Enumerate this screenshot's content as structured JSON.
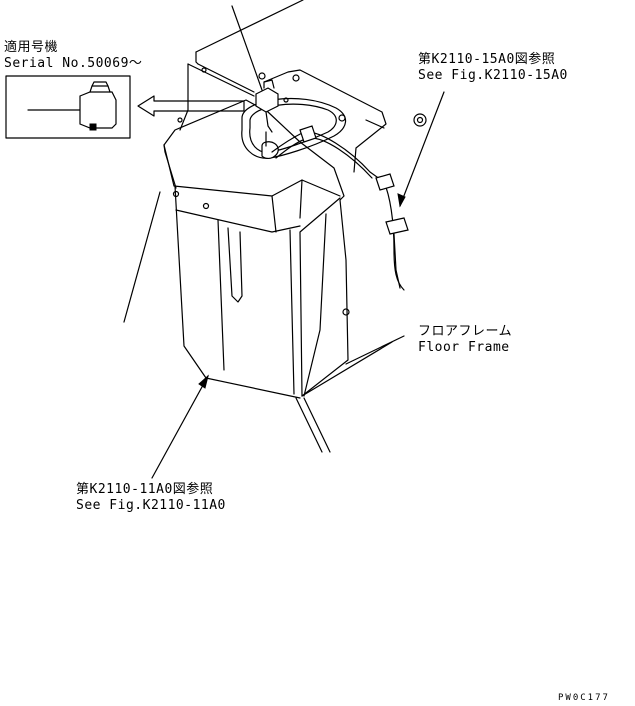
{
  "labels": {
    "serial": {
      "jp": "適用号機",
      "en": "Serial No.50069～"
    },
    "ref_upper": {
      "jp": "第K2110-15A0図参照",
      "en": "See Fig.K2110-15A0"
    },
    "floor_frame": {
      "jp": "フロアフレーム",
      "en": "Floor Frame"
    },
    "ref_lower": {
      "jp": "第K2110-11A0図参照",
      "en": "See Fig.K2110-11A0"
    },
    "drawing_code": "PW0C177"
  }
}
